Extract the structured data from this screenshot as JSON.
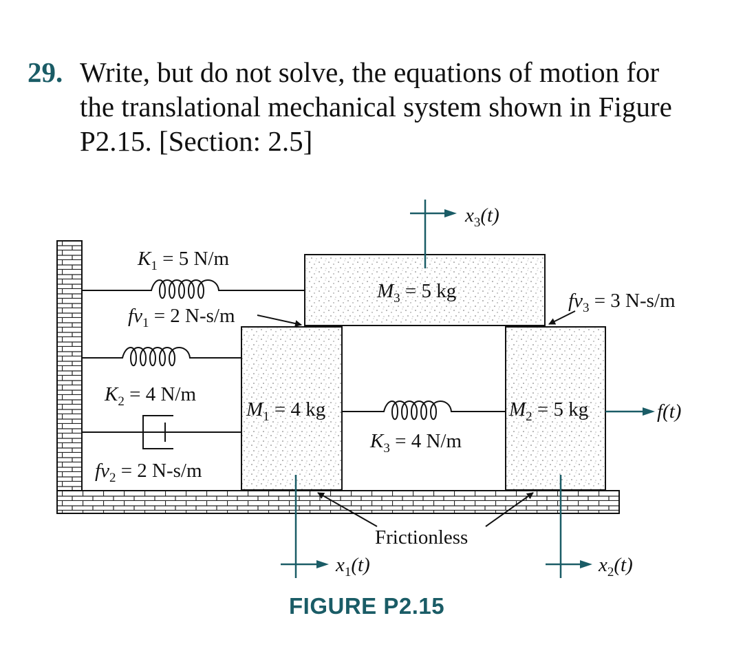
{
  "problem": {
    "number": "29.",
    "lines": [
      "Write, but do not solve, the equations of motion for",
      "the translational mechanical system shown in Figure",
      "P2.15. [Section: 2.5]"
    ]
  },
  "figure": {
    "caption": "FIGURE P2.15",
    "labels": {
      "K1": "K",
      "K1_sub": "1",
      "K1_val": " = 5 N/m",
      "fv1": "f",
      "fv1_v": "v",
      "fv1_sub": "1",
      "fv1_val": " = 2 N-s/m",
      "K2": "K",
      "K2_sub": "2",
      "K2_val": " = 4 N/m",
      "fv2": "f",
      "fv2_v": "v",
      "fv2_sub": "2",
      "fv2_val": " = 2 N-s/m",
      "M3": "M",
      "M3_sub": "3",
      "M3_val": " = 5 kg",
      "M1": "M",
      "M1_sub": "1",
      "M1_val": " = 4 kg",
      "M2": "M",
      "M2_sub": "2",
      "M2_val": " = 5 kg",
      "K3": "K",
      "K3_sub": "3",
      "K3_val": " = 4 N/m",
      "fv3": "f",
      "fv3_v": "v",
      "fv3_sub": "3",
      "fv3_val": " = 3 N-s/m",
      "force": "f(t)",
      "frictionless": "Frictionless",
      "x1": "x",
      "x1_sub": "1",
      "x1_t": "(t)",
      "x2": "x",
      "x2_sub": "2",
      "x2_t": "(t)",
      "x3": "x",
      "x3_sub": "3",
      "x3_t": "(t)"
    },
    "colors": {
      "ink": "#111111",
      "axis": "#1a5c66",
      "accent": "#1a5c66"
    }
  }
}
